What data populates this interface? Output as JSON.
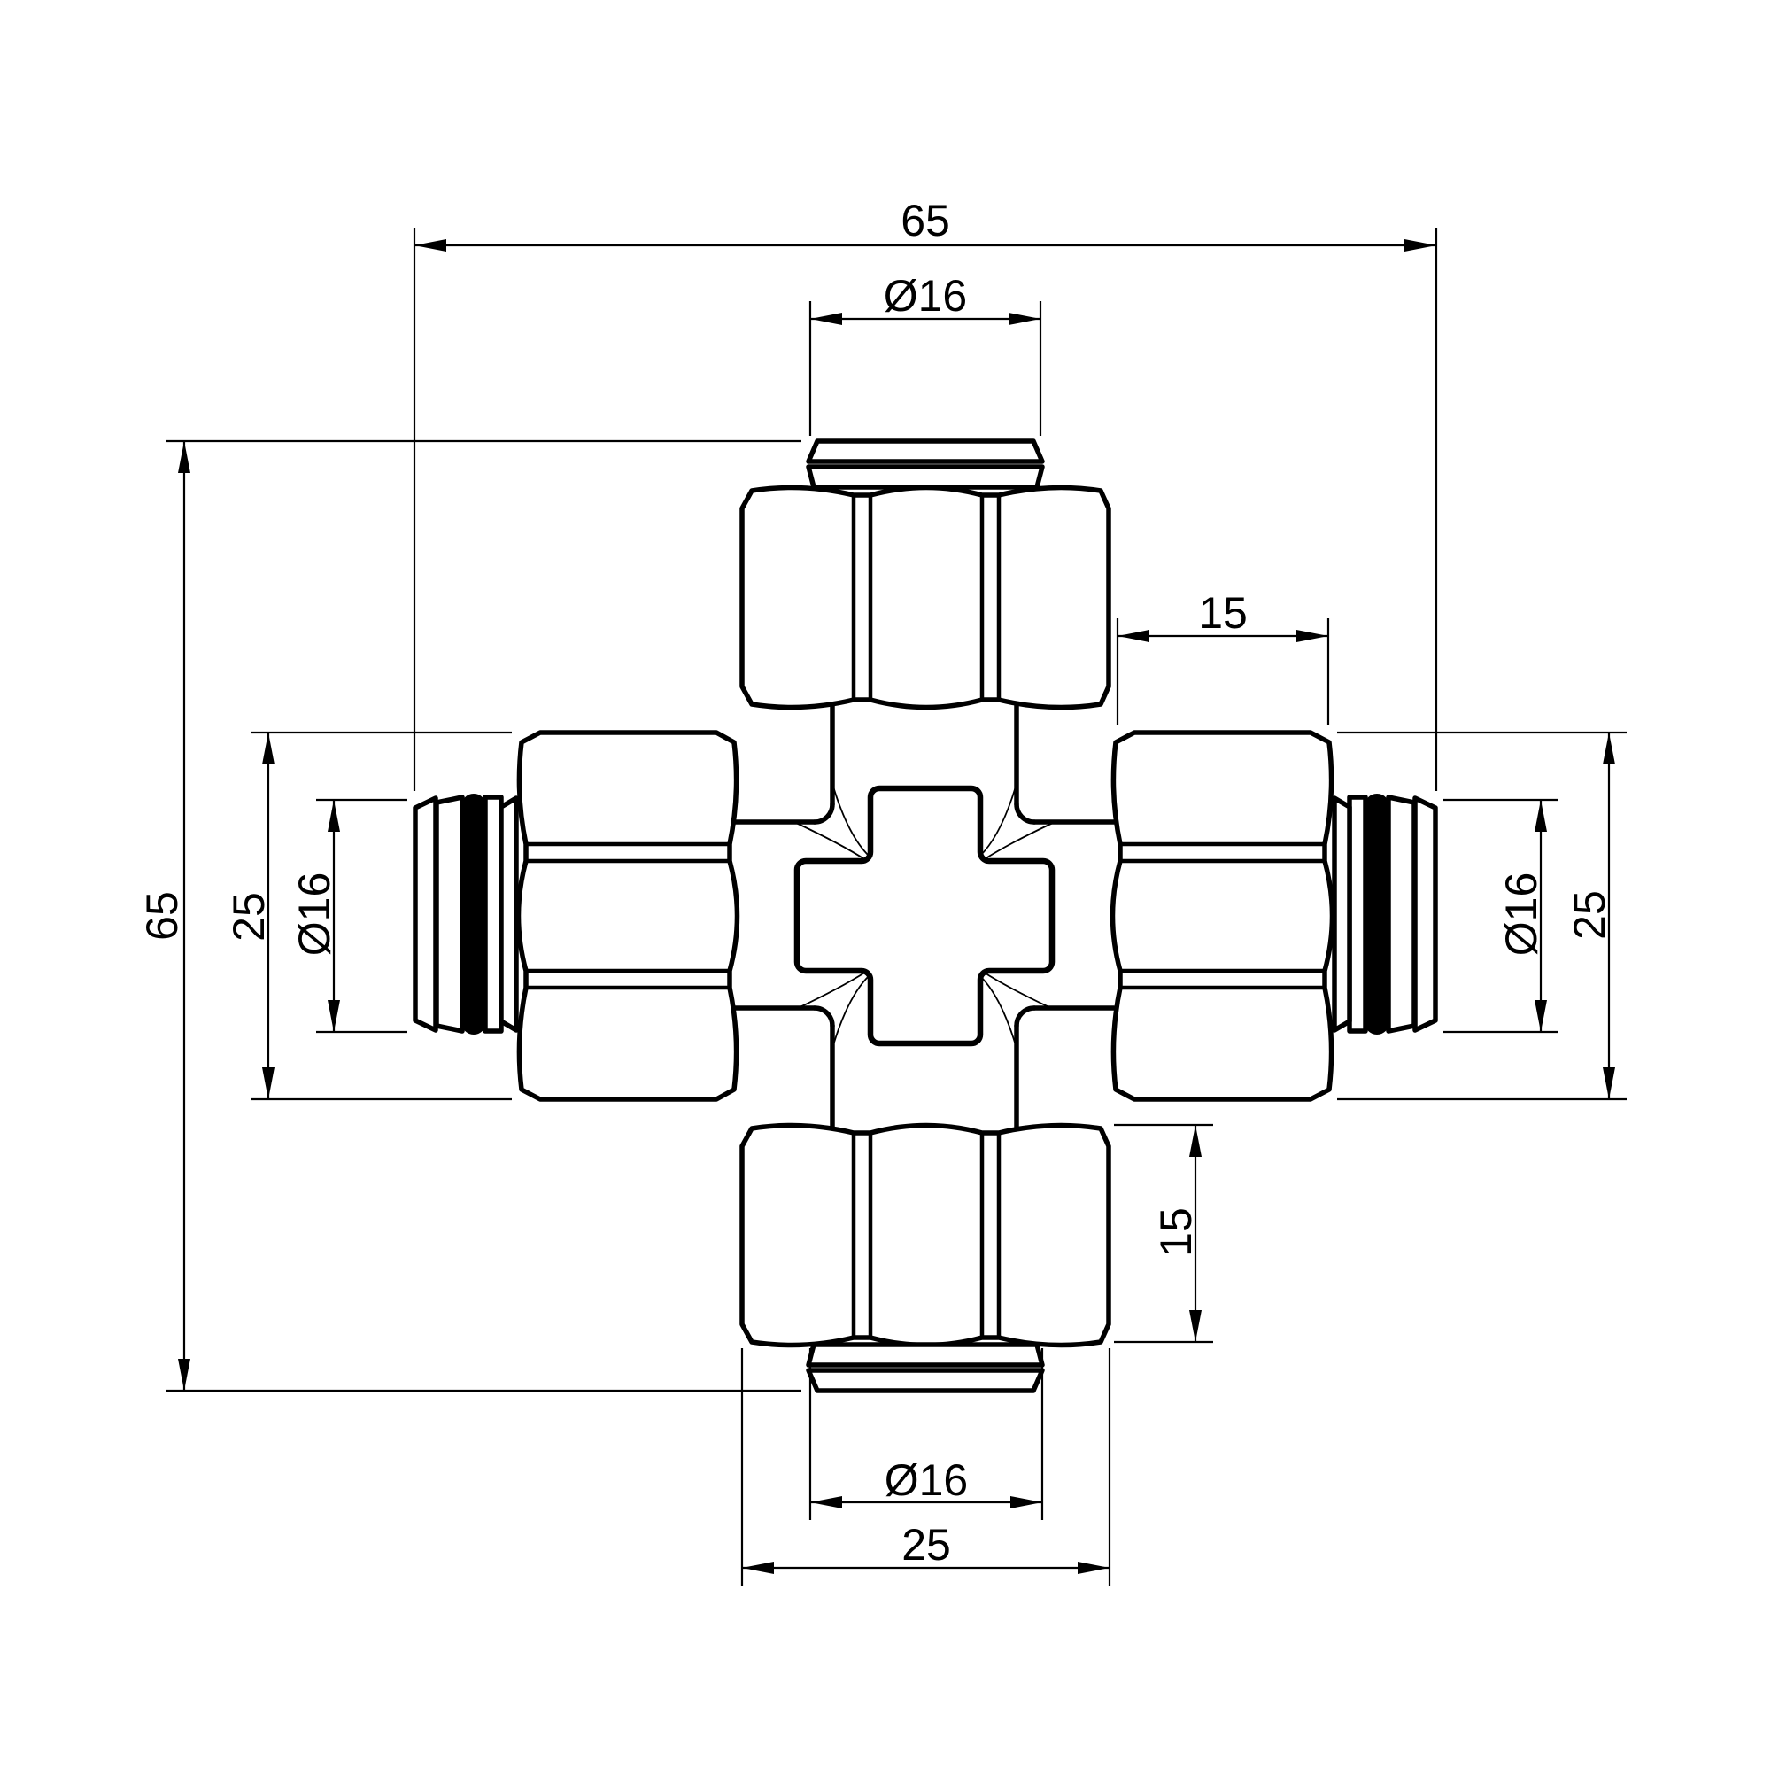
{
  "drawing": {
    "background": "#ffffff",
    "stroke_color": "#000000",
    "o_ring_color": "#000000",
    "dims": {
      "overall_width": "65",
      "overall_height": "65",
      "top_port_diameter": "Ø16",
      "left_port_diameter": "Ø16",
      "right_port_diameter": "Ø16",
      "bottom_port_diameter": "Ø16",
      "left_hex_across_flats": "25",
      "right_hex_across_flats": "25",
      "bottom_hex_across_flats": "25",
      "right_hex_length": "15",
      "bottom_hex_length": "15"
    }
  }
}
